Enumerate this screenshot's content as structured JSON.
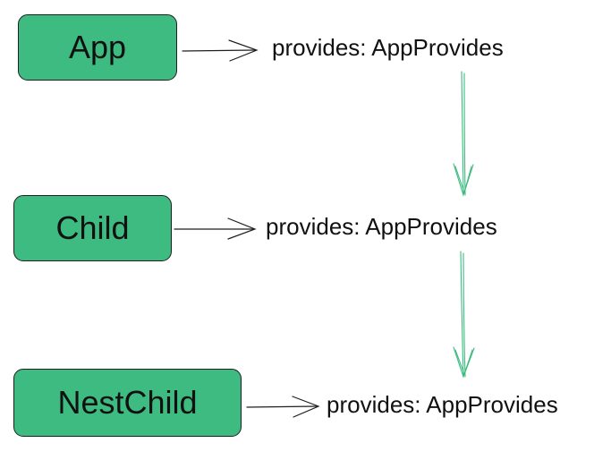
{
  "nodes": [
    {
      "label": "App",
      "provides": "provides: AppProvides"
    },
    {
      "label": "Child",
      "provides": "provides: AppProvides"
    },
    {
      "label": "NestChild",
      "provides": "provides: AppProvides"
    }
  ],
  "colors": {
    "node_fill": "#3dbb80",
    "node_border": "#1f1f1f",
    "flow_arrow": "#3dbb80",
    "pointer_arrow": "#1f1f1f"
  }
}
